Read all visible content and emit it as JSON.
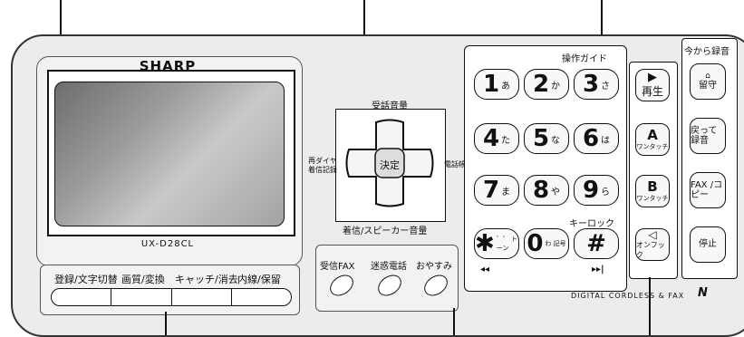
{
  "brand": "SHARP",
  "model": "UX-D28CL",
  "softkeys": [
    "登録/文字切替",
    "画質/変換",
    "キャッチ/消去",
    "内線/保留"
  ],
  "dpad": {
    "center": "決定",
    "top": "受話音量",
    "bottom": "着信/スピーカー音量",
    "left_line1": "再ダイヤ",
    "left_line2": "着信記録",
    "right": "電話帳"
  },
  "fn_buttons": [
    "受信FAX",
    "迷惑電話",
    "おやすみ"
  ],
  "keypad": {
    "top_label": "操作ガイド",
    "lock_label": "キーロック",
    "keys": [
      {
        "digit": "1",
        "kana": "あ"
      },
      {
        "digit": "2",
        "kana": "か"
      },
      {
        "digit": "3",
        "kana": "さ"
      },
      {
        "digit": "4",
        "kana": "た"
      },
      {
        "digit": "5",
        "kana": "な"
      },
      {
        "digit": "6",
        "kana": "は"
      },
      {
        "digit": "7",
        "kana": "ま"
      },
      {
        "digit": "8",
        "kana": "や"
      },
      {
        "digit": "9",
        "kana": "ら"
      },
      {
        "digit": "✱",
        "kana": "゛゜ トーン"
      },
      {
        "digit": "0",
        "kana": "わ 記号"
      },
      {
        "digit": "#",
        "kana": ""
      }
    ],
    "rew_icon": "◂◂",
    "fwd_icon": "▸▸|"
  },
  "side_buttons": [
    {
      "icon": "▶",
      "label": "再生"
    },
    {
      "icon": "A",
      "label": "ワンタッチ"
    },
    {
      "icon": "B",
      "label": "ワンタッチ"
    },
    {
      "icon": "◁",
      "label": "オンフック"
    }
  ],
  "right_title": "今から録音",
  "right_buttons": [
    "留守",
    "戻って 録音",
    "FAX /コピー",
    "停止"
  ],
  "footer": "DIGITAL CORDLESS & FAX",
  "logo": "N"
}
